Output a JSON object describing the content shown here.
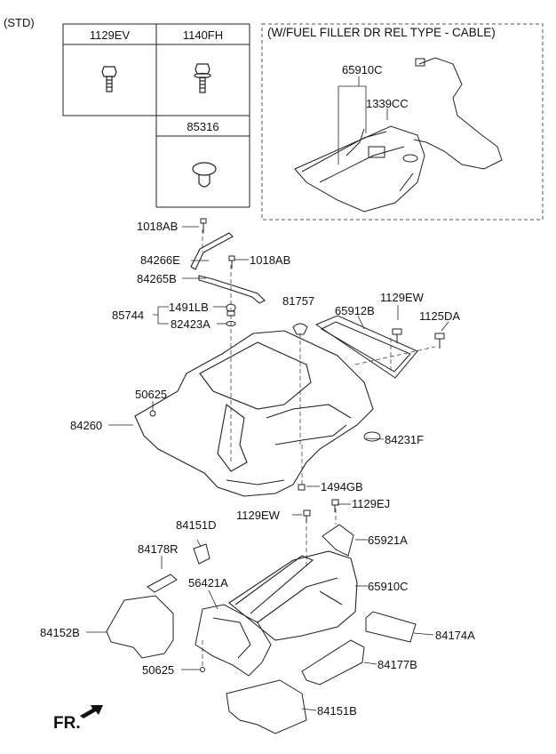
{
  "variant_label": "(STD)",
  "cable_box_title": "(W/FUEL FILLER DR REL TYPE - CABLE)",
  "table": {
    "header_1": "1129EV",
    "header_2": "1140FH",
    "header_3": "85316"
  },
  "parts": {
    "p65910C_top": "65910C",
    "p1339CC": "1339CC",
    "p1018AB_a": "1018AB",
    "p84266E": "84266E",
    "p1018AB_b": "1018AB",
    "p84265B": "84265B",
    "p85744": "85744",
    "p1491LB": "1491LB",
    "p82423A": "82423A",
    "p81757": "81757",
    "p65912B": "65912B",
    "p1129EW_a": "1129EW",
    "p1125DA": "1125DA",
    "p50625_a": "50625",
    "p84260": "84260",
    "p84231F": "84231F",
    "p1494GB": "1494GB",
    "p1129EW_b": "1129EW",
    "p1129EJ": "1129EJ",
    "p84151D": "84151D",
    "p65921A": "65921A",
    "p84178R": "84178R",
    "p56421A": "56421A",
    "p65910C_bot": "65910C",
    "p84152B": "84152B",
    "p84174A": "84174A",
    "p84177B": "84177B",
    "p50625_b": "50625",
    "p84151B": "84151B"
  },
  "front_label": "FR."
}
